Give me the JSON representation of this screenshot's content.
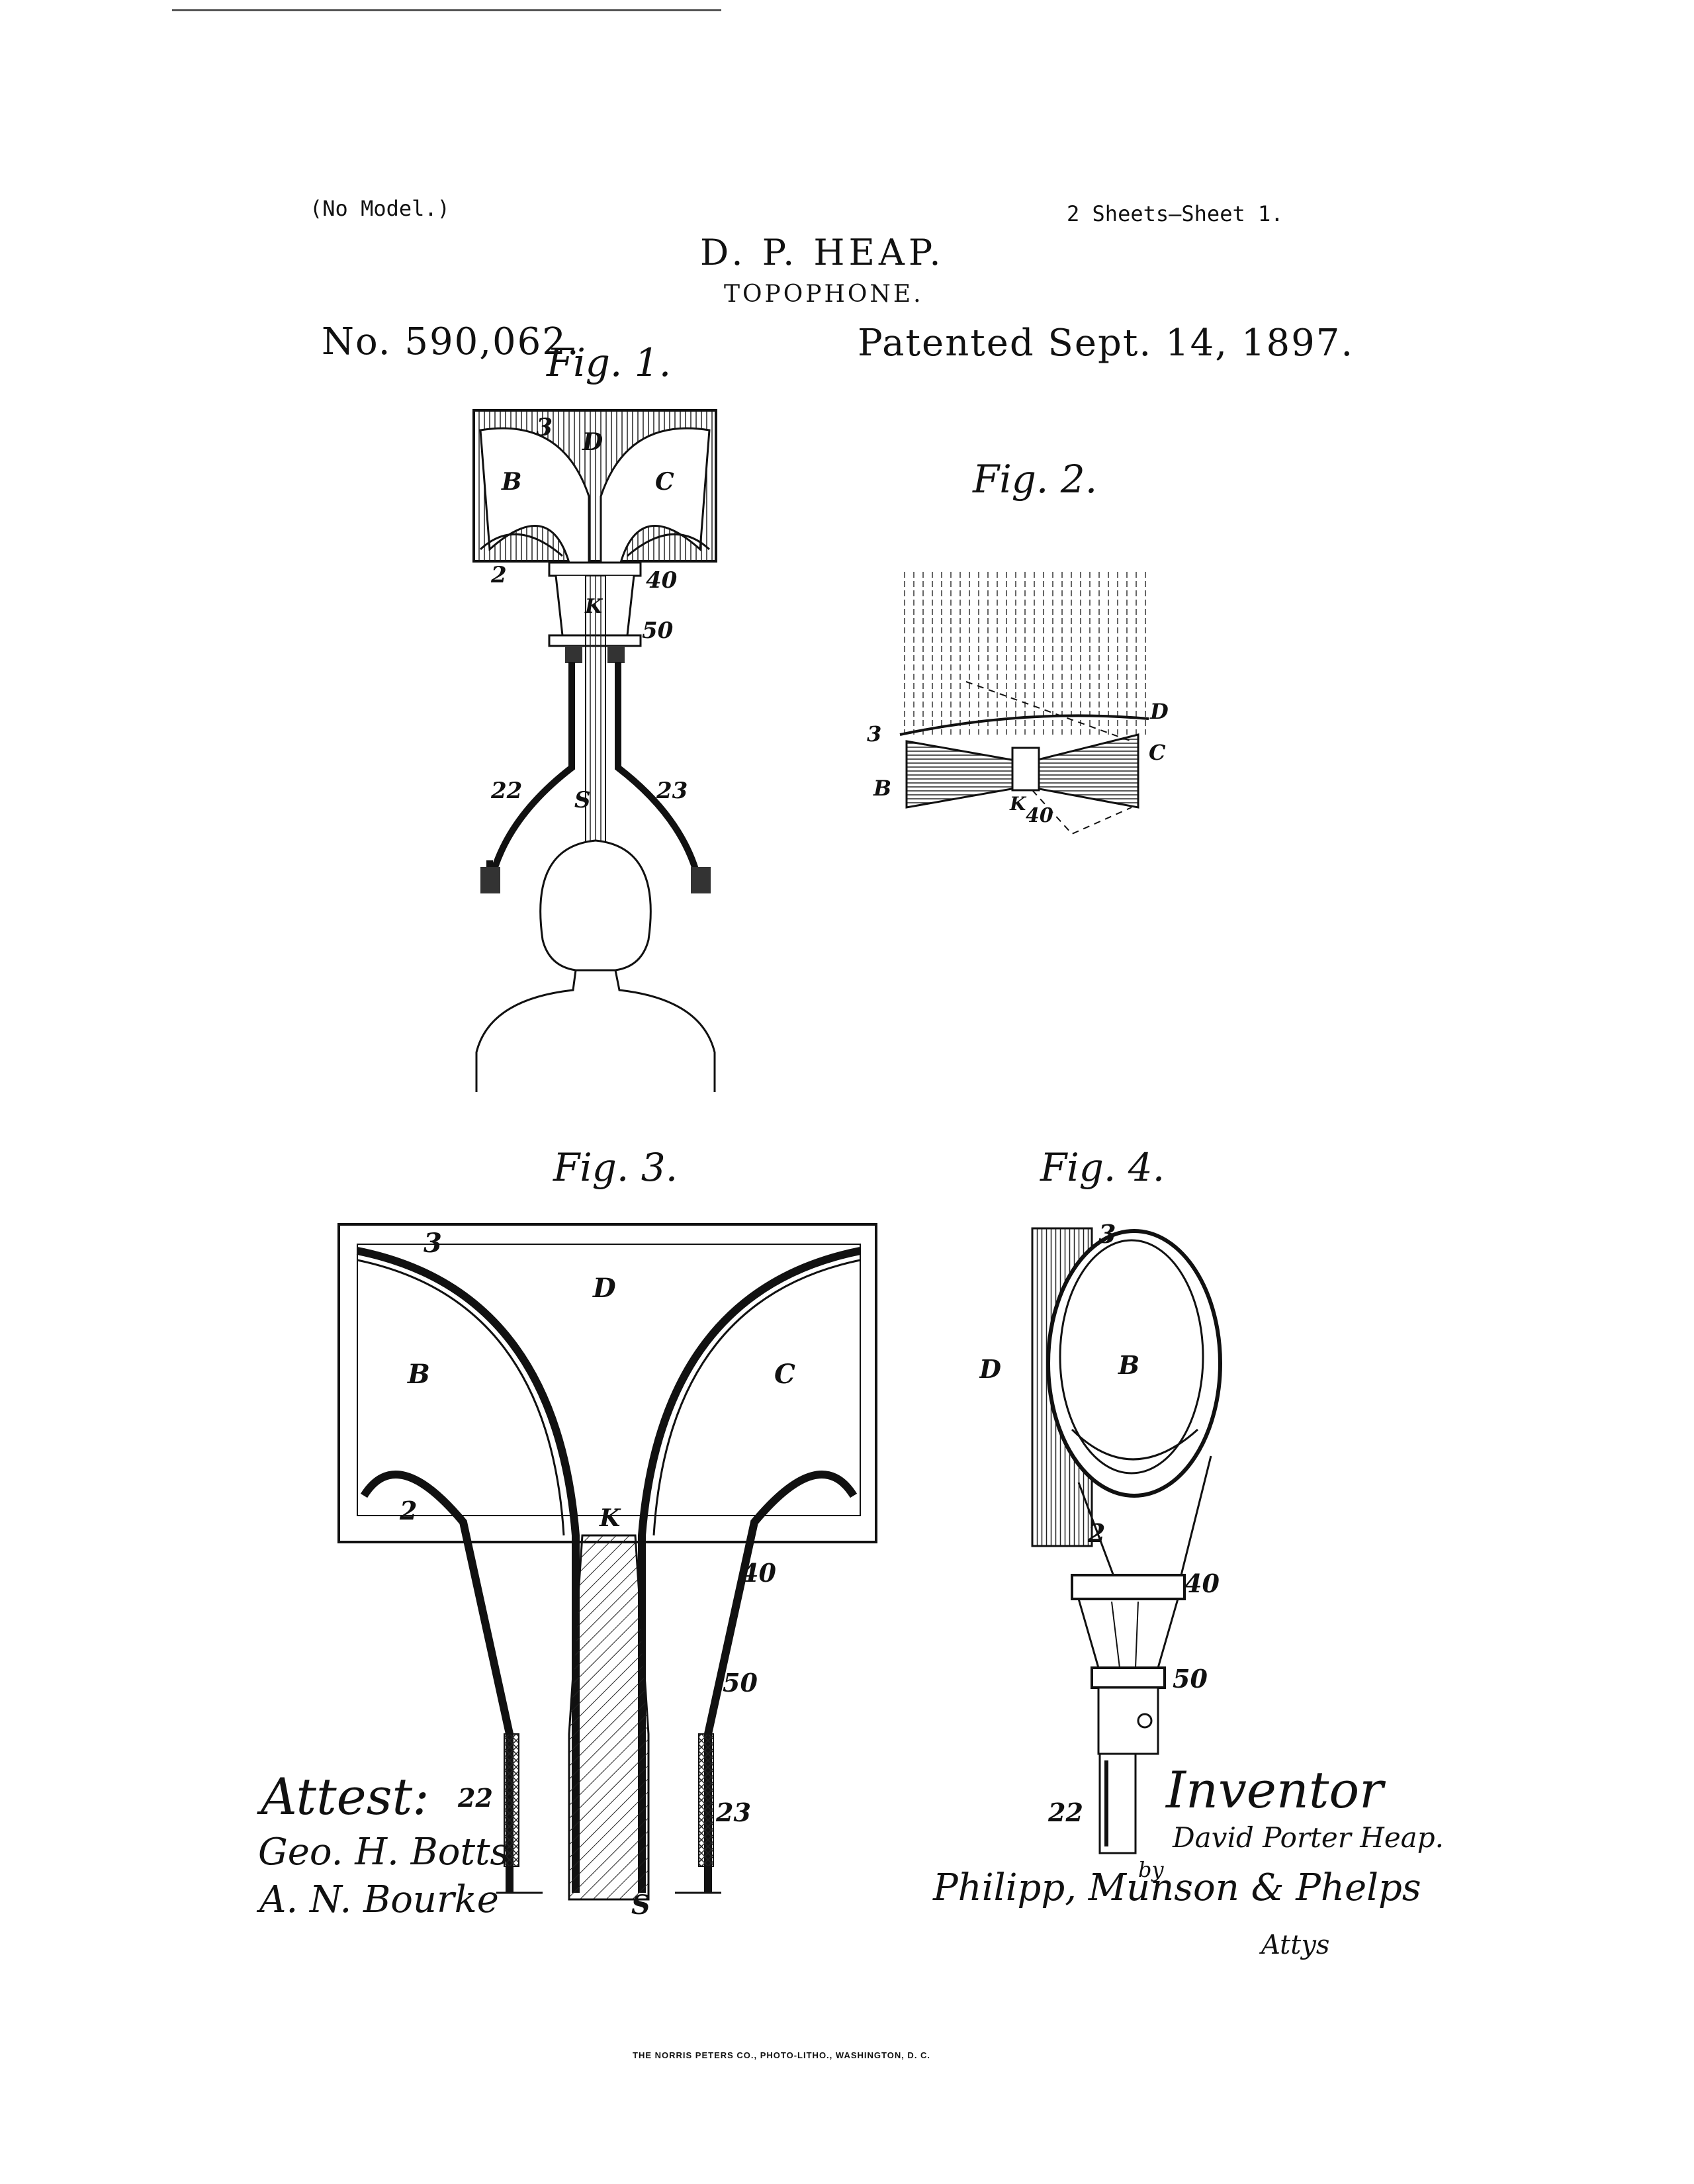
{
  "header": {
    "no_model": "(No Model.)",
    "sheets": "2 Sheets—Sheet 1.",
    "inventor_name": "D. P. HEAP.",
    "invention": "TOPOPHONE.",
    "patent_no": "No. 590,062.",
    "patented": "Patented Sept. 14, 1897."
  },
  "figures": {
    "fig1": {
      "label": "Fig. 1.",
      "labels": {
        "three": "3",
        "d": "D",
        "b": "B",
        "c": "C",
        "two": "2",
        "forty": "40",
        "k": "K",
        "fifty": "50",
        "twentytwo": "22",
        "s": "S",
        "twentythree": "23"
      }
    },
    "fig2": {
      "label": "Fig. 2.",
      "labels": {
        "d": "D",
        "three": "3",
        "c": "C",
        "b": "B",
        "k": "K",
        "forty": "40"
      }
    },
    "fig3": {
      "label": "Fig. 3.",
      "labels": {
        "three": "3",
        "d": "D",
        "b": "B",
        "c": "C",
        "two": "2",
        "k": "K",
        "forty": "40",
        "fifty": "50",
        "twentytwo": "22",
        "twentythree": "23",
        "s": "S"
      }
    },
    "fig4": {
      "label": "Fig. 4.",
      "labels": {
        "three": "3",
        "d": "D",
        "b": "B",
        "two": "2",
        "forty": "40",
        "fifty": "50",
        "twentytwo": "22"
      }
    }
  },
  "signatures": {
    "attest": "Attest:",
    "witness1": "Geo. H. Botts",
    "witness2": "A. N. Bourke",
    "inventor_heading": "Inventor",
    "inventor_signature": "David Porter Heap.",
    "by": "by",
    "attorneys_names": "Philipp, Munson & Phelps",
    "attorneys": "Attys"
  },
  "footer": {
    "printer": "THE NORRIS PETERS CO., PHOTO-LITHO., WASHINGTON, D. C."
  }
}
